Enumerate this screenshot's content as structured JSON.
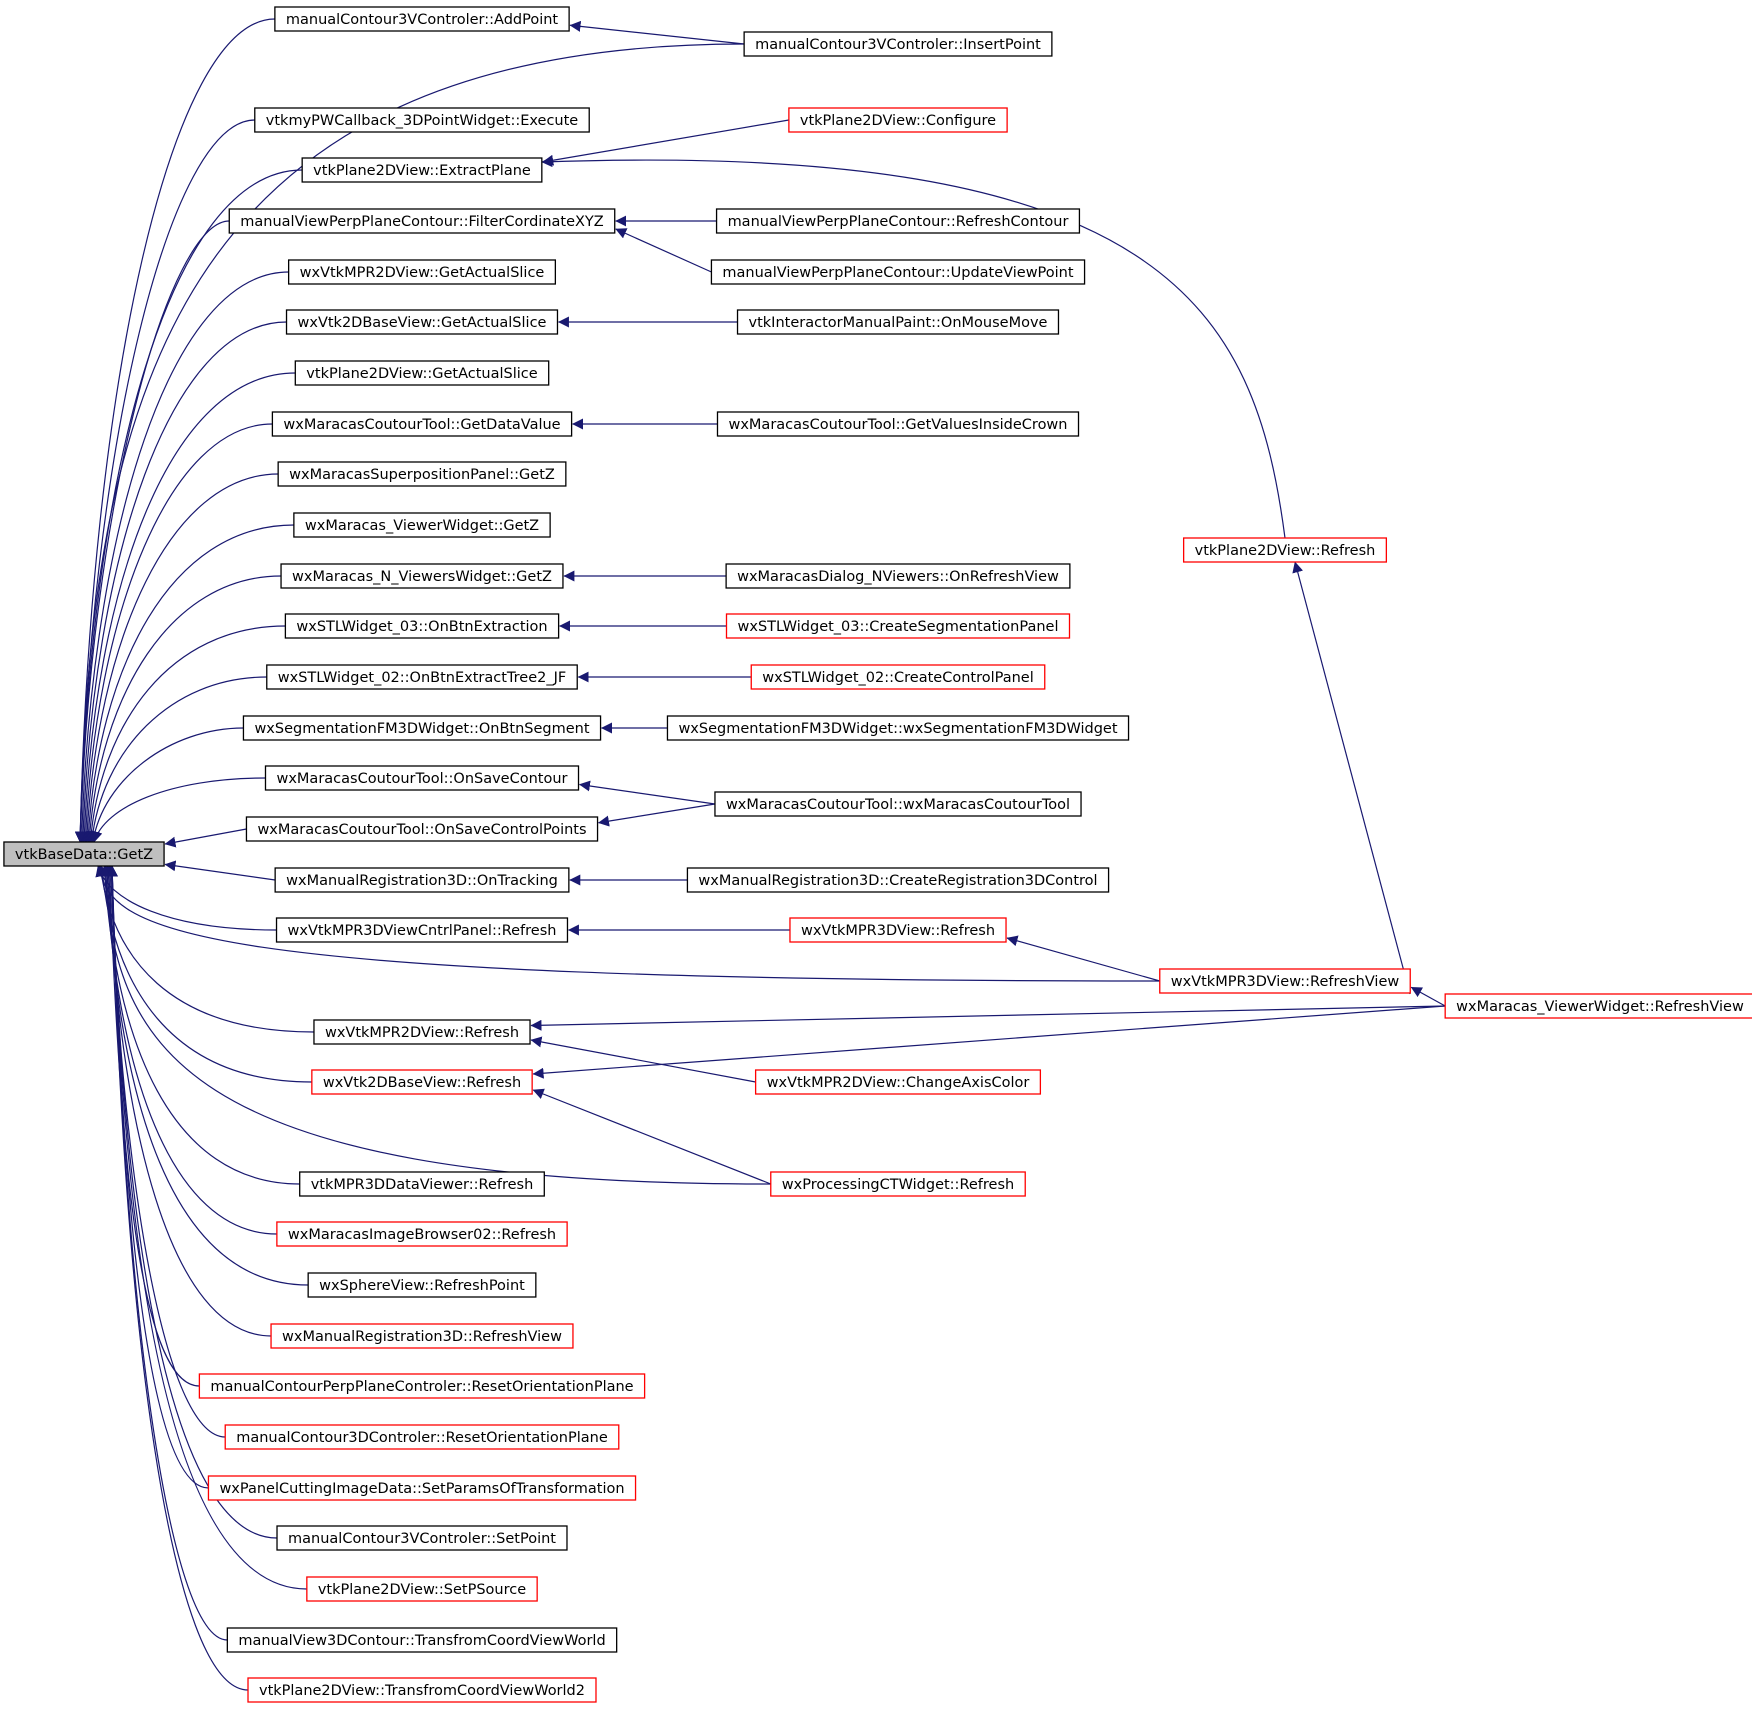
{
  "nodes": [
    {
      "id": "root",
      "label": "vtkBaseData::GetZ",
      "style": "root"
    },
    {
      "id": "n1",
      "label": "manualContour3VControler::AddPoint",
      "style": "black"
    },
    {
      "id": "n2",
      "label": "vtkmyPWCallback_3DPointWidget::Execute",
      "style": "black"
    },
    {
      "id": "n3",
      "label": "vtkPlane2DView::ExtractPlane",
      "style": "black"
    },
    {
      "id": "n4",
      "label": "manualViewPerpPlaneContour::FilterCordinateXYZ",
      "style": "black"
    },
    {
      "id": "n5",
      "label": "wxVtkMPR2DView::GetActualSlice",
      "style": "black"
    },
    {
      "id": "n6",
      "label": "wxVtk2DBaseView::GetActualSlice",
      "style": "black"
    },
    {
      "id": "n7",
      "label": "vtkPlane2DView::GetActualSlice",
      "style": "black"
    },
    {
      "id": "n8",
      "label": "wxMaracasCoutourTool::GetDataValue",
      "style": "black"
    },
    {
      "id": "n9",
      "label": "wxMaracasSuperpositionPanel::GetZ",
      "style": "black"
    },
    {
      "id": "n10",
      "label": "wxMaracas_ViewerWidget::GetZ",
      "style": "black"
    },
    {
      "id": "n11",
      "label": "wxMaracas_N_ViewersWidget::GetZ",
      "style": "black"
    },
    {
      "id": "n12",
      "label": "wxSTLWidget_03::OnBtnExtraction",
      "style": "black"
    },
    {
      "id": "n13",
      "label": "wxSTLWidget_02::OnBtnExtractTree2_JF",
      "style": "black"
    },
    {
      "id": "n14",
      "label": "wxSegmentationFM3DWidget::OnBtnSegment",
      "style": "black"
    },
    {
      "id": "n15",
      "label": "wxMaracasCoutourTool::OnSaveContour",
      "style": "black"
    },
    {
      "id": "n16",
      "label": "wxMaracasCoutourTool::OnSaveControlPoints",
      "style": "black"
    },
    {
      "id": "n17",
      "label": "wxManualRegistration3D::OnTracking",
      "style": "black"
    },
    {
      "id": "n18",
      "label": "wxVtkMPR3DViewCntrlPanel::Refresh",
      "style": "black"
    },
    {
      "id": "n19",
      "label": "wxVtkMPR2DView::Refresh",
      "style": "black"
    },
    {
      "id": "n20",
      "label": "wxVtk2DBaseView::Refresh",
      "style": "red"
    },
    {
      "id": "n21",
      "label": "vtkMPR3DDataViewer::Refresh",
      "style": "black"
    },
    {
      "id": "n22",
      "label": "wxMaracasImageBrowser02::Refresh",
      "style": "red"
    },
    {
      "id": "n23",
      "label": "wxSphereView::RefreshPoint",
      "style": "black"
    },
    {
      "id": "n24",
      "label": "wxManualRegistration3D::RefreshView",
      "style": "red"
    },
    {
      "id": "n25",
      "label": "manualContourPerpPlaneControler::ResetOrientationPlane",
      "style": "red"
    },
    {
      "id": "n26",
      "label": "manualContour3DControler::ResetOrientationPlane",
      "style": "red"
    },
    {
      "id": "n27",
      "label": "wxPanelCuttingImageData::SetParamsOfTransformation",
      "style": "red"
    },
    {
      "id": "n28",
      "label": "manualContour3VControler::SetPoint",
      "style": "black"
    },
    {
      "id": "n29",
      "label": "vtkPlane2DView::SetPSource",
      "style": "red"
    },
    {
      "id": "n30",
      "label": "manualView3DContour::TransfromCoordViewWorld",
      "style": "black"
    },
    {
      "id": "n31",
      "label": "vtkPlane2DView::TransfromCoordViewWorld2",
      "style": "red"
    },
    {
      "id": "m1",
      "label": "manualContour3VControler::InsertPoint",
      "style": "black"
    },
    {
      "id": "m2",
      "label": "vtkPlane2DView::Configure",
      "style": "red"
    },
    {
      "id": "m3",
      "label": "manualViewPerpPlaneContour::RefreshContour",
      "style": "black"
    },
    {
      "id": "m4",
      "label": "manualViewPerpPlaneContour::UpdateViewPoint",
      "style": "black"
    },
    {
      "id": "m5",
      "label": "vtkInteractorManualPaint::OnMouseMove",
      "style": "black"
    },
    {
      "id": "m6",
      "label": "wxMaracasCoutourTool::GetValuesInsideCrown",
      "style": "black"
    },
    {
      "id": "m7",
      "label": "wxMaracasDialog_NViewers::OnRefreshView",
      "style": "black"
    },
    {
      "id": "m8",
      "label": "wxSTLWidget_03::CreateSegmentationPanel",
      "style": "red"
    },
    {
      "id": "m9",
      "label": "wxSTLWidget_02::CreateControlPanel",
      "style": "red"
    },
    {
      "id": "m10",
      "label": "wxSegmentationFM3DWidget::wxSegmentationFM3DWidget",
      "style": "black"
    },
    {
      "id": "m11",
      "label": "wxMaracasCoutourTool::wxMaracasCoutourTool",
      "style": "black"
    },
    {
      "id": "m12",
      "label": "wxManualRegistration3D::CreateRegistration3DControl",
      "style": "black"
    },
    {
      "id": "m13",
      "label": "wxVtkMPR3DView::Refresh",
      "style": "red"
    },
    {
      "id": "m14",
      "label": "wxVtkMPR2DView::ChangeAxisColor",
      "style": "red"
    },
    {
      "id": "m15",
      "label": "wxProcessingCTWidget::Refresh",
      "style": "red"
    },
    {
      "id": "r1",
      "label": "vtkPlane2DView::Refresh",
      "style": "red"
    },
    {
      "id": "r2",
      "label": "wxVtkMPR3DView::RefreshView",
      "style": "red"
    },
    {
      "id": "r3",
      "label": "wxMaracas_ViewerWidget::RefreshView",
      "style": "red"
    }
  ],
  "edges": [
    [
      "n1",
      "root"
    ],
    [
      "n2",
      "root"
    ],
    [
      "n3",
      "root"
    ],
    [
      "n4",
      "root"
    ],
    [
      "n5",
      "root"
    ],
    [
      "n6",
      "root"
    ],
    [
      "n7",
      "root"
    ],
    [
      "n8",
      "root"
    ],
    [
      "n9",
      "root"
    ],
    [
      "n10",
      "root"
    ],
    [
      "n11",
      "root"
    ],
    [
      "n12",
      "root"
    ],
    [
      "n13",
      "root"
    ],
    [
      "n14",
      "root"
    ],
    [
      "n15",
      "root"
    ],
    [
      "n16",
      "root"
    ],
    [
      "n17",
      "root"
    ],
    [
      "n18",
      "root"
    ],
    [
      "n19",
      "root"
    ],
    [
      "n20",
      "root"
    ],
    [
      "n21",
      "root"
    ],
    [
      "n22",
      "root"
    ],
    [
      "n23",
      "root"
    ],
    [
      "n24",
      "root"
    ],
    [
      "n25",
      "root"
    ],
    [
      "n26",
      "root"
    ],
    [
      "n27",
      "root"
    ],
    [
      "n28",
      "root"
    ],
    [
      "n29",
      "root"
    ],
    [
      "n30",
      "root"
    ],
    [
      "n31",
      "root"
    ],
    [
      "m1",
      "root"
    ],
    [
      "r2",
      "root"
    ],
    [
      "m15",
      "root"
    ],
    [
      "m1",
      "n1"
    ],
    [
      "m2",
      "n3"
    ],
    [
      "r1",
      "n3"
    ],
    [
      "m3",
      "n4"
    ],
    [
      "m4",
      "n4"
    ],
    [
      "m5",
      "n6"
    ],
    [
      "m6",
      "n8"
    ],
    [
      "m7",
      "n11"
    ],
    [
      "m8",
      "n12"
    ],
    [
      "m9",
      "n13"
    ],
    [
      "m10",
      "n14"
    ],
    [
      "m11",
      "n15"
    ],
    [
      "m11",
      "n16"
    ],
    [
      "m12",
      "n17"
    ],
    [
      "m13",
      "n18"
    ],
    [
      "r3",
      "n19"
    ],
    [
      "m14",
      "n19"
    ],
    [
      "r3",
      "n20"
    ],
    [
      "m15",
      "n20"
    ],
    [
      "r2",
      "m13"
    ],
    [
      "r3",
      "r1"
    ],
    [
      "r3",
      "r2"
    ]
  ]
}
